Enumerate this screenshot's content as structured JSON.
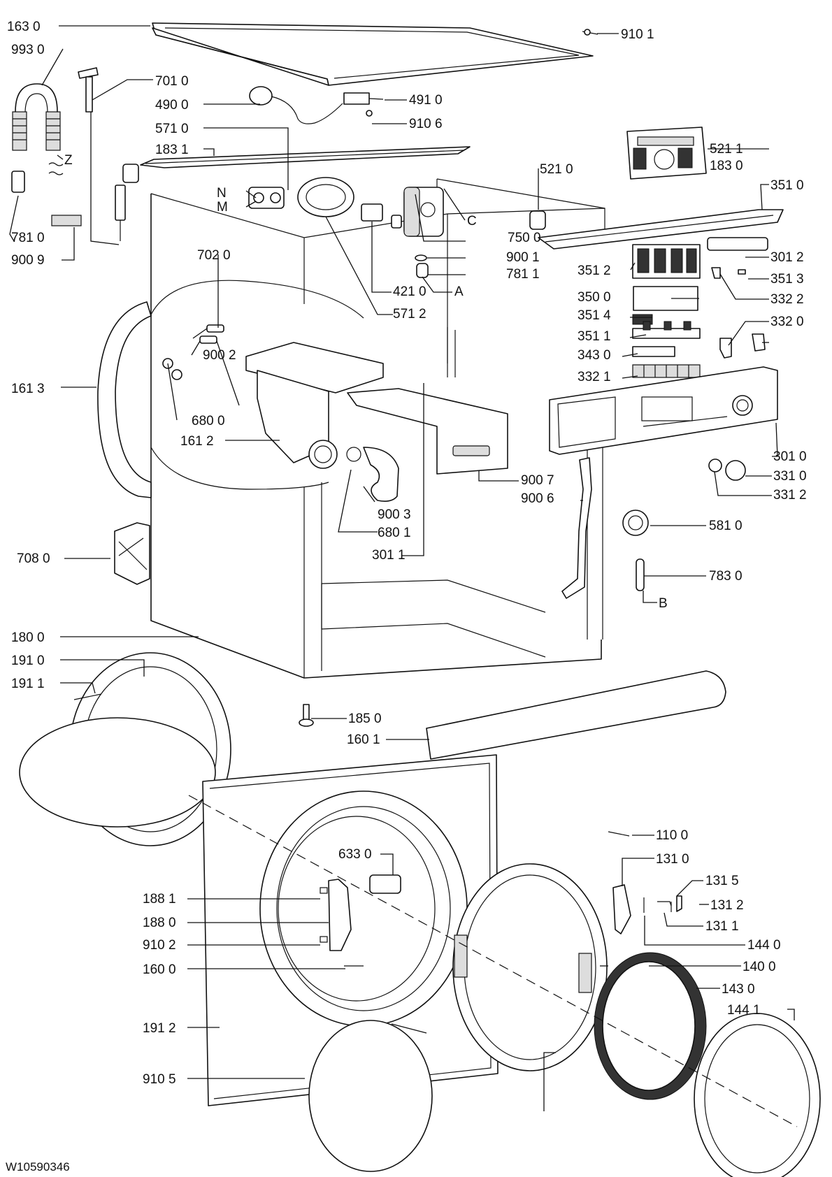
{
  "drawing_code": "W10590346",
  "parts": [
    {
      "label": "163 0",
      "part": "top-cover"
    },
    {
      "label": "910 1",
      "part": "screw"
    },
    {
      "label": "993 0",
      "part": "hose-guide"
    },
    {
      "label": "701 0",
      "part": "transit-bolt-tool"
    },
    {
      "label": "490 0",
      "part": "mains-filter"
    },
    {
      "label": "491 0",
      "part": "filter-clip"
    },
    {
      "label": "910 6",
      "part": "screw"
    },
    {
      "label": "571 0",
      "part": "inlet-valve"
    },
    {
      "label": "183 1",
      "part": "top-rail"
    },
    {
      "label": "Z",
      "part": "hose-marker"
    },
    {
      "label": "N",
      "part": "valve-connector-n"
    },
    {
      "label": "M",
      "part": "valve-connector-m"
    },
    {
      "label": "C",
      "part": "pump-connector"
    },
    {
      "label": "750 0",
      "part": "filter-motor"
    },
    {
      "label": "900 1",
      "part": "clamp"
    },
    {
      "label": "781 1",
      "part": "bushing"
    },
    {
      "label": "A",
      "part": "detail-marker-a"
    },
    {
      "label": "421 0",
      "part": "capacitor"
    },
    {
      "label": "571 2",
      "part": "valve-hose"
    },
    {
      "label": "781 0",
      "part": "hose-bushing"
    },
    {
      "label": "900 9",
      "part": "clip"
    },
    {
      "label": "702 0",
      "part": "valve-pin"
    },
    {
      "label": "900 2",
      "part": "hose-clamp"
    },
    {
      "label": "680 0",
      "part": "detergent-dispenser-housing"
    },
    {
      "label": "161 2",
      "part": "door-seal"
    },
    {
      "label": "161 3",
      "part": "filter-cover"
    },
    {
      "label": "708 0",
      "part": "bellows-hose"
    },
    {
      "label": "900 3",
      "part": "clamp"
    },
    {
      "label": "680 1",
      "part": "dispenser-cover"
    },
    {
      "label": "301 1",
      "part": "detergent-drawer"
    },
    {
      "label": "900 7",
      "part": "cable-tie"
    },
    {
      "label": "900 6",
      "part": "clip"
    },
    {
      "label": "521 0",
      "part": "electronic-module"
    },
    {
      "label": "521 1",
      "part": "electronic-module-alt"
    },
    {
      "label": "183 0",
      "part": "front-top-rail"
    },
    {
      "label": "351 0",
      "part": "button-strip"
    },
    {
      "label": "301 2",
      "part": "control-board"
    },
    {
      "label": "351 2",
      "part": "spring"
    },
    {
      "label": "351 3",
      "part": "button-lever"
    },
    {
      "label": "350 0",
      "part": "display-board"
    },
    {
      "label": "351 4",
      "part": "button-cap"
    },
    {
      "label": "351 1",
      "part": "button-set"
    },
    {
      "label": "332 2",
      "part": "bracket"
    },
    {
      "label": "332 0",
      "part": "bracket"
    },
    {
      "label": "343 0",
      "part": "led-lens"
    },
    {
      "label": "332 1",
      "part": "key-row"
    },
    {
      "label": "301 0",
      "part": "control-panel"
    },
    {
      "label": "331 0",
      "part": "knob"
    },
    {
      "label": "331 2",
      "part": "knob-ring"
    },
    {
      "label": "581 0",
      "part": "pressure-switch"
    },
    {
      "label": "783 0",
      "part": "wire-harness"
    },
    {
      "label": "B",
      "part": "detail-marker-b"
    },
    {
      "label": "180 0",
      "part": "cabinet"
    },
    {
      "label": "191 0",
      "part": "door-gasket"
    },
    {
      "label": "191 1",
      "part": "gasket-spring"
    },
    {
      "label": "185 0",
      "part": "screw"
    },
    {
      "label": "160 1",
      "part": "kick-plate"
    },
    {
      "label": "633 0",
      "part": "door-lock"
    },
    {
      "label": "188 1",
      "part": "hinge-screw"
    },
    {
      "label": "188 0",
      "part": "hinge"
    },
    {
      "label": "910 2",
      "part": "screw"
    },
    {
      "label": "160 0",
      "part": "front-panel"
    },
    {
      "label": "191 2",
      "part": "gasket-clamp-spring"
    },
    {
      "label": "910 5",
      "part": "screw"
    },
    {
      "label": "110 0",
      "part": "door-handle"
    },
    {
      "label": "131 0",
      "part": "door-hook"
    },
    {
      "label": "131 5",
      "part": "hook-pin"
    },
    {
      "label": "131 2",
      "part": "hook-spring"
    },
    {
      "label": "131 1",
      "part": "hook-rod"
    },
    {
      "label": "144 0",
      "part": "door-frame-inner"
    },
    {
      "label": "140 0",
      "part": "door-glass"
    },
    {
      "label": "143 0",
      "part": "door-frame-outer"
    },
    {
      "label": "144 1",
      "part": "door-frame-screw"
    }
  ]
}
